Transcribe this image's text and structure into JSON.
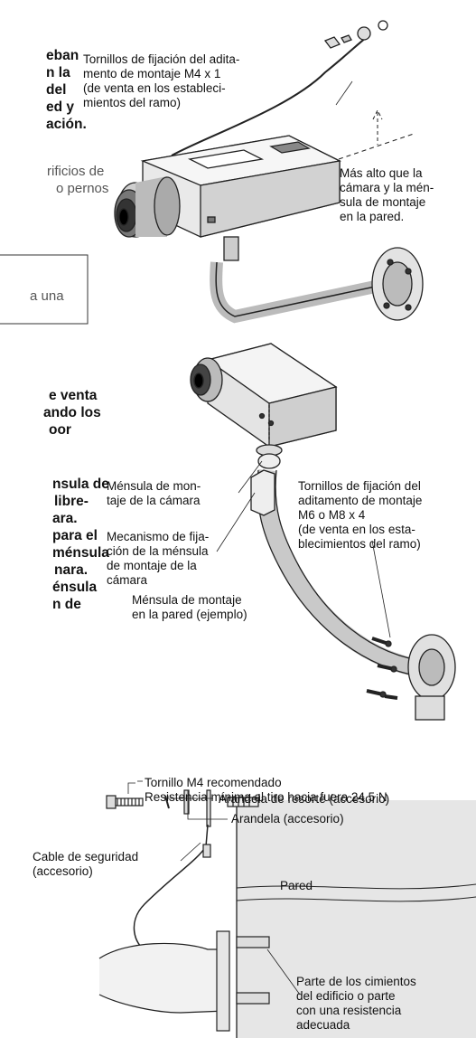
{
  "left_text": {
    "lines_a": [
      "eban",
      "n la",
      "del",
      "ed y",
      "ación."
    ],
    "lines_b": [
      "rificios de",
      "o pernos"
    ],
    "box_text": "a una",
    "lines_c": [
      "e venta",
      "ando los",
      "oor"
    ],
    "lines_d": [
      "nsula de",
      "libre-",
      "ara.",
      "para el",
      "ménsula",
      "nara.",
      "énsula",
      "n de"
    ]
  },
  "labels": {
    "m4_screws": [
      "Tornillos de fijación del adita-",
      "mento de montaje M4 x 1",
      "(de venta en los estableci-",
      "mientos del ramo)"
    ],
    "higher": [
      "Más alto que la",
      "cámara y la mén-",
      "sula de montaje",
      "en la pared."
    ],
    "camera_bracket": [
      "Ménsula de mon-",
      "taje de la cámara"
    ],
    "m6_screws": [
      "Tornillos de fijación del",
      "aditamento de montaje",
      "M6 o M8 x 4",
      "(de venta en los esta-",
      "blecimientos del ramo)"
    ],
    "fix_mechanism": [
      "Mecanismo de fija-",
      "ción de la ménsula",
      "de montaje de la",
      "cámara"
    ],
    "wall_bracket": [
      "Ménsula de montaje",
      "en la pared (ejemplo)"
    ],
    "m4_recommended": "Tornillo M4 recomendado",
    "pull_resistance": "Resistencia mínima al tiro hacia fuera 24,5 N",
    "spring_washer": "Arandela de resorte (accesorio)",
    "washer": "Arandela (accesorio)",
    "safety_cable": [
      "Cable de seguridad",
      "(accesorio)"
    ],
    "wall": "Pared",
    "foundation": [
      "Parte de los cimientos",
      "del edificio o parte",
      "con una resistencia",
      "adecuada"
    ]
  }
}
